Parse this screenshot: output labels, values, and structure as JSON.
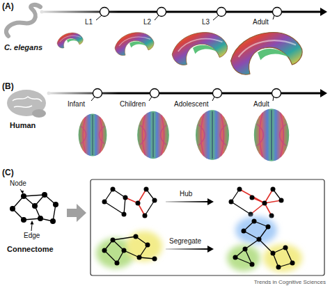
{
  "diagram": {
    "labels": [
      "(A)",
      "C. elegans",
      "L1",
      "L2",
      "L3",
      "Adult",
      "(B)",
      "Human",
      "Infant",
      "Children",
      "Adolescent",
      "Adult",
      "(C)",
      "Node",
      "Edge",
      "Connectome",
      "Hub",
      "Segregate",
      "Trends in Cognitive Sciences"
    ]
  }
}
